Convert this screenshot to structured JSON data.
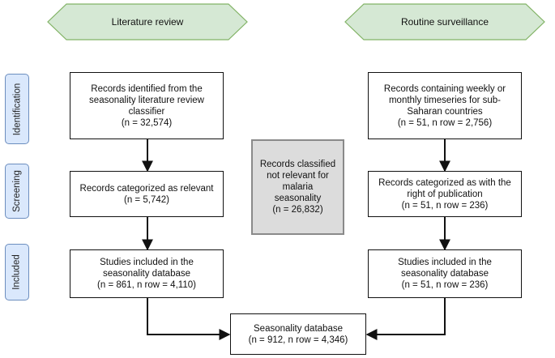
{
  "sources": {
    "left": "Literature review",
    "right": "Routine surveillance"
  },
  "stages": {
    "identification": "Identification",
    "screening": "Screening",
    "included": "Included"
  },
  "boxes": {
    "lit_identified": "Records identified from the\nseasonality literature review\nclassifier\n(n = 32,574)",
    "lit_relevant": "Records categorized as relevant\n(n = 5,742)",
    "lit_included": "Studies included in the\nseasonality database\n(n = 861, n row = 4,110)",
    "excluded": "Records classified\nnot relevant for\nmalaria\nseasonality\n(n = 26,832)",
    "surv_identified": "Records containing weekly or\nmonthly timeseries for sub-\nSaharan countries\n(n = 51, n row = 2,756)",
    "surv_publication": "Records categorized as with the\nright of publication\n(n = 51, n row = 236)",
    "surv_included": "Studies included in the\nseasonality database\n(n = 51, n row = 236)",
    "database": "Seasonality database\n(n = 912, n row = 4,346)"
  },
  "colors": {
    "hex_fill": "#d5e8d4",
    "hex_stroke": "#82b366",
    "stage_fill": "#dae8fc",
    "stage_stroke": "#6c8ebf",
    "excluded_fill": "#dcdcdc",
    "excluded_stroke": "#8a8a8a"
  }
}
